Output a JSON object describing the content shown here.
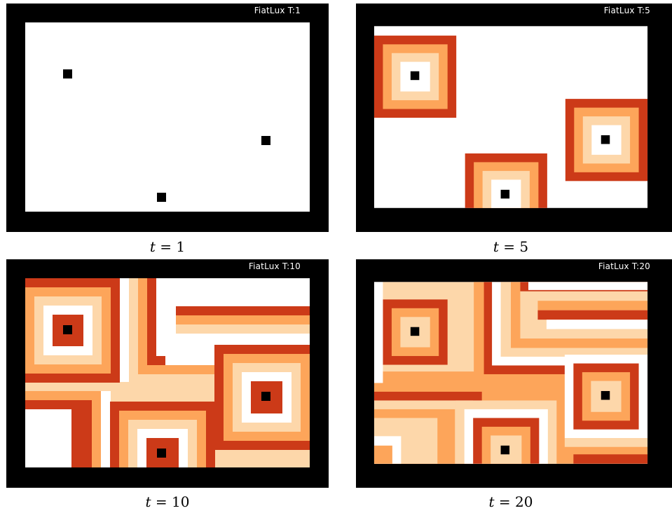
{
  "palette": [
    "#ffffff",
    "#fdd7aa",
    "#fda55a",
    "#cc3a18"
  ],
  "source_color": "#000000",
  "panels": [
    {
      "title": "FiatLux T:1",
      "caption_var": "t",
      "caption_eq": " = ",
      "caption_val": "1",
      "show_layers": false
    },
    {
      "title": "FiatLux T:5",
      "caption_var": "t",
      "caption_eq": " = ",
      "caption_val": "5",
      "show_layers": true
    },
    {
      "title": "FiatLux T:10",
      "caption_var": "t",
      "caption_eq": " = ",
      "caption_val": "10",
      "show_layers": true
    },
    {
      "title": "FiatLux T:20",
      "caption_var": "t",
      "caption_eq": " = ",
      "caption_val": "20",
      "show_layers": true
    }
  ]
}
